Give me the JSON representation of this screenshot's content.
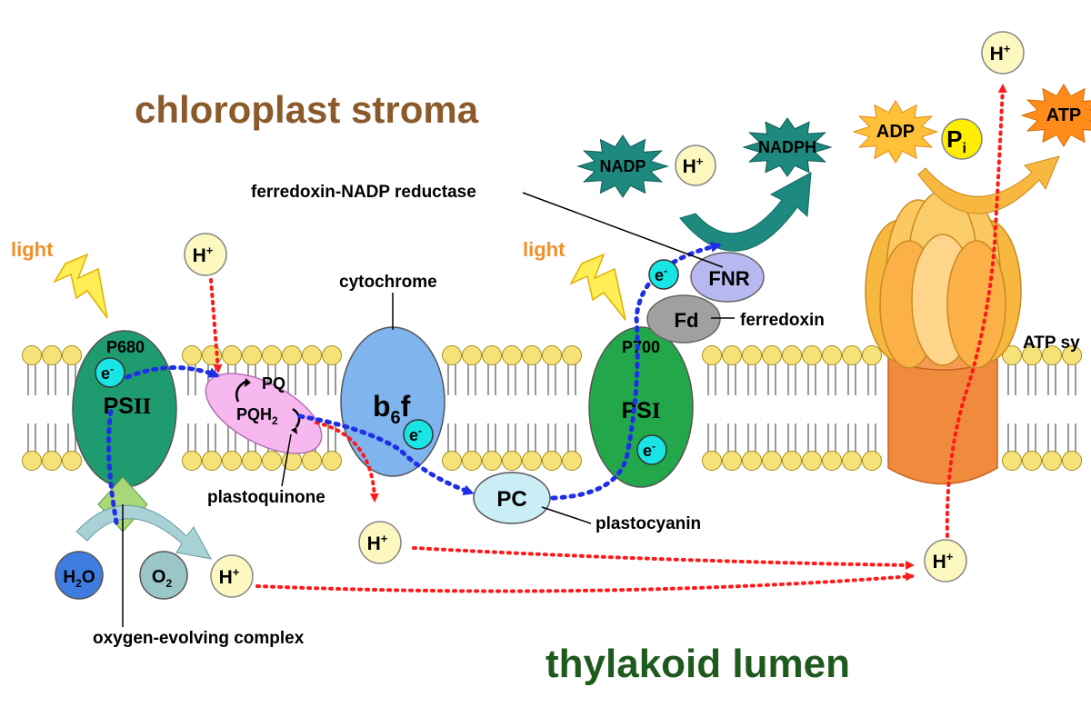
{
  "regions": {
    "stroma": "chloroplast stroma",
    "lumen": "thylakoid lumen"
  },
  "light_labels": [
    "light",
    "light"
  ],
  "complexes": {
    "psii": {
      "name_prefix": "PS",
      "name_suffix": "II",
      "pigment": "P680"
    },
    "plastoquinone": {
      "pq": "PQ",
      "pqh2": "PQH",
      "pqh2_sub": "2",
      "callout": "plastoquinone"
    },
    "cytochrome": {
      "name_prefix": "b",
      "name_sub": "6",
      "name_suffix": "f",
      "callout": "cytochrome"
    },
    "plastocyanin": {
      "name": "PC",
      "callout": "plastocyanin"
    },
    "psi": {
      "name_prefix": "PS",
      "name_suffix": "I",
      "pigment": "P700"
    },
    "ferredoxin": {
      "name": "Fd",
      "callout": "ferredoxin"
    },
    "fnr": {
      "name": "FNR",
      "callout": "ferredoxin-NADP reductase"
    },
    "atp_synthase": {
      "callout": "ATP sy"
    },
    "oec": {
      "callout": "oxygen-evolving complex"
    }
  },
  "molecules": {
    "h2o": "H",
    "h2o_sub": "2",
    "h2o_end": "O",
    "o2": "O",
    "o2_sub": "2",
    "nadp": "NADP",
    "nadph": "NADPH",
    "adp": "ADP",
    "pi": "P",
    "pi_sub": "i",
    "atp": "ATP"
  },
  "ions": {
    "proton": "H",
    "proton_sup": "+",
    "electron": "e",
    "electron_sup": "-"
  },
  "colors": {
    "stroma_text": "#8b5a2b",
    "lumen_text": "#1e5a1e",
    "light_text": "#f0902a",
    "psii": "#1f9b70",
    "psi": "#22a84a",
    "cytochrome": "#7fb4ee",
    "plastoquinone": "#f7b8f0",
    "plastocyanin": "#c9eef5",
    "fd": "#a0a0a0",
    "fnr": "#b8b8f0",
    "proton_fill": "#fdf7c0",
    "electron_fill": "#19e5e5",
    "lipid_head": "#f7e27a",
    "atp_head": "#f8b840",
    "atp_stalk": "#f08a3c",
    "nadp_burst": "#1e8a7f",
    "adp_burst": "#ffc13a",
    "atp_burst": "#ff8c1a",
    "pi_circle": "#ffee00",
    "h2o": "#3e7ce0",
    "o2": "#9bc6c8",
    "proton_path": "#ff1a1a",
    "electron_path": "#1f2fe8"
  }
}
